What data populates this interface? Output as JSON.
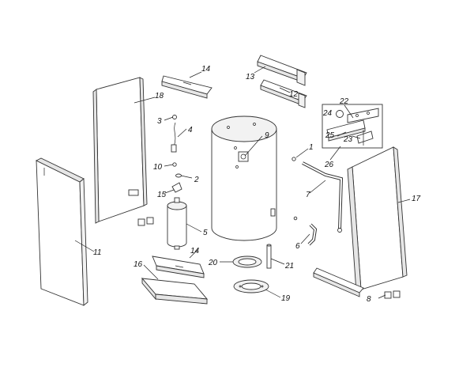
{
  "labels": {
    "l1": "1",
    "l2": "2",
    "l3": "3",
    "l4": "4",
    "l5": "5",
    "l6": "6",
    "l7": "7",
    "l8": "8",
    "l9": "9",
    "l10": "10",
    "l11": "11",
    "l12": "12",
    "l13": "13",
    "l14a": "14",
    "l14b": "14",
    "l15": "15",
    "l16": "16",
    "l17": "17",
    "l18": "18",
    "l19": "19",
    "l20": "20",
    "l21": "21",
    "l22": "22",
    "l23": "23",
    "l24": "24",
    "l25": "25",
    "l26": "26"
  }
}
